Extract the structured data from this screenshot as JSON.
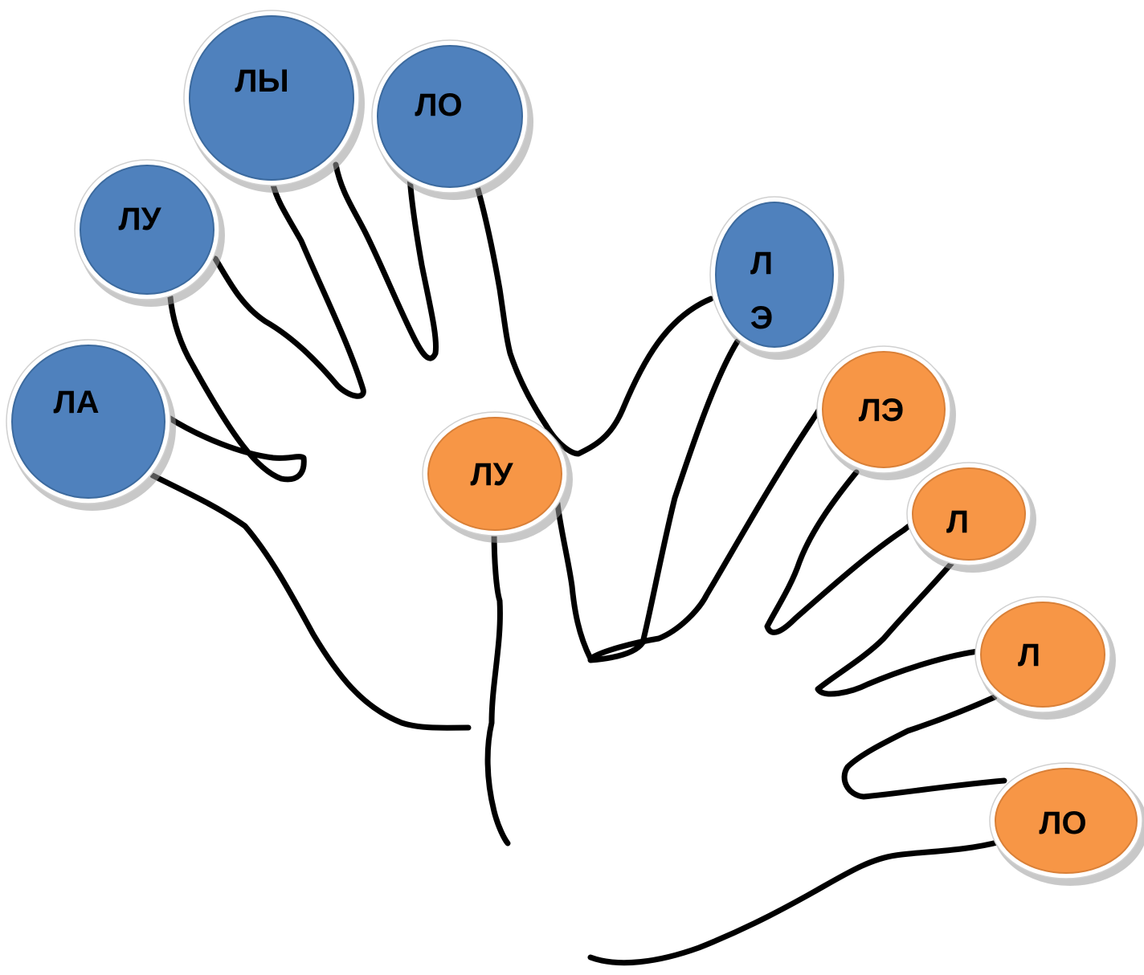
{
  "colors": {
    "blue_fill": "#4f81bd",
    "blue_stroke": "#3c6a9e",
    "orange_fill": "#f79646",
    "orange_stroke": "#d98038",
    "outline": "#000000"
  },
  "left_hand": {
    "fingers": [
      {
        "name": "finger-1",
        "label": "ЛА",
        "color": "blue"
      },
      {
        "name": "finger-2",
        "label": "ЛУ",
        "color": "blue"
      },
      {
        "name": "finger-3",
        "label": "ЛЫ",
        "color": "blue"
      },
      {
        "name": "finger-4",
        "label": "ЛО",
        "color": "blue"
      },
      {
        "name": "finger-5",
        "label": "Л",
        "label_partial": "Э",
        "color": "blue"
      }
    ]
  },
  "right_hand": {
    "fingers": [
      {
        "name": "finger-1",
        "label": "ЛУ",
        "color": "orange"
      },
      {
        "name": "finger-2",
        "label": "ЛЭ",
        "color": "orange"
      },
      {
        "name": "finger-3",
        "label": "Л",
        "color": "orange"
      },
      {
        "name": "finger-4",
        "label": "Л",
        "color": "orange"
      },
      {
        "name": "finger-5",
        "label": "ЛО",
        "color": "orange"
      }
    ]
  }
}
